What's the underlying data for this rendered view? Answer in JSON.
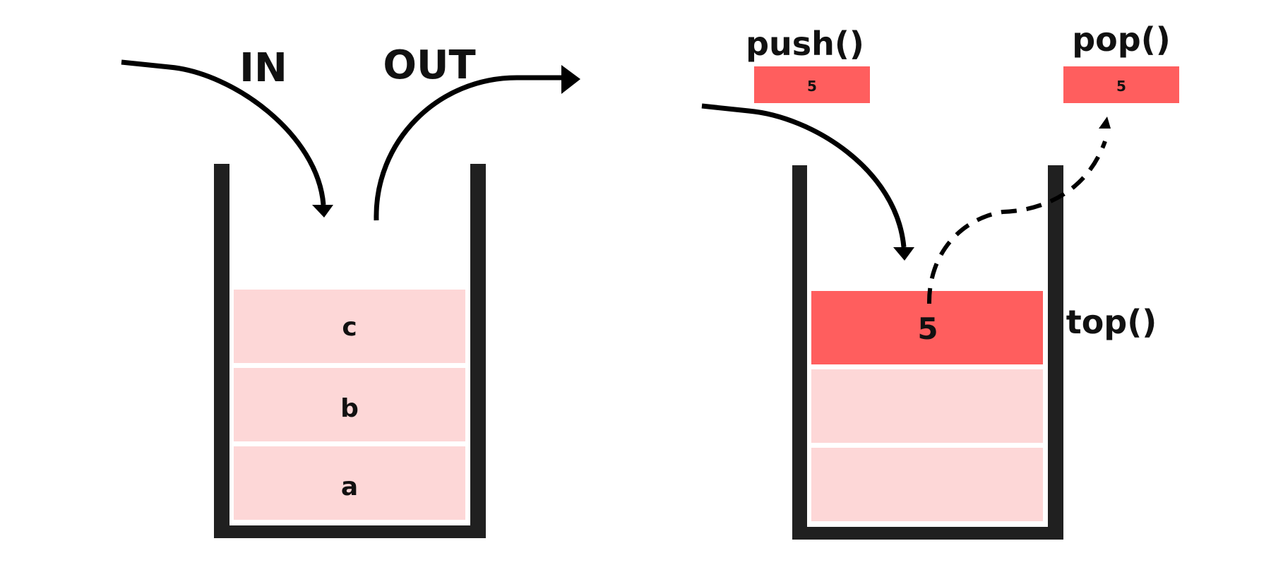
{
  "left_stack": {
    "in_label": "IN",
    "out_label": "OUT",
    "items": [
      "c",
      "b",
      "a"
    ]
  },
  "right_stack": {
    "push_label": "push()",
    "push_value": "5",
    "pop_label": "pop()",
    "pop_value": "5",
    "top_label": "top()",
    "top_value": "5"
  },
  "colors": {
    "container": "#202020",
    "cell_light": "#fdd7d7",
    "cell_accent": "#ff5e5e",
    "arrow": "#000000"
  }
}
